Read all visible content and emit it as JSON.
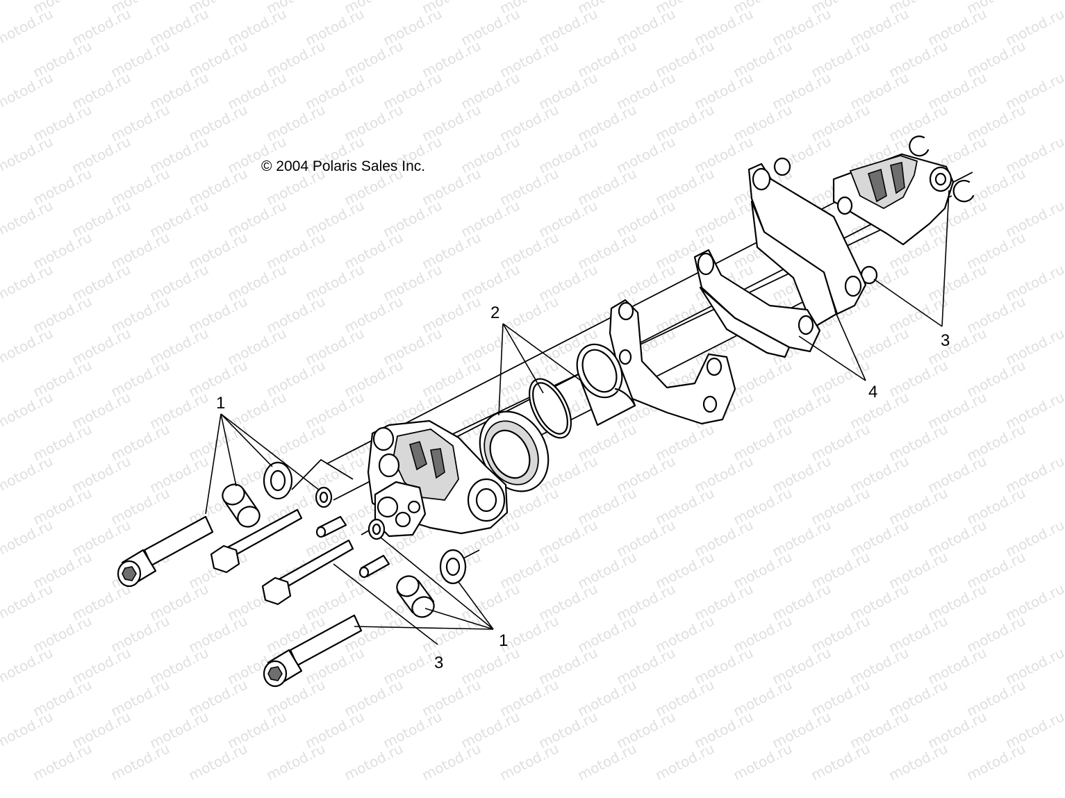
{
  "watermark": "motod.ru",
  "copyright": "© 2004 Polaris Sales Inc.",
  "callouts": [
    {
      "id": "callout-1-upper",
      "label": "1"
    },
    {
      "id": "callout-1-lower",
      "label": "1"
    },
    {
      "id": "callout-2",
      "label": "2"
    },
    {
      "id": "callout-3-right",
      "label": "3"
    },
    {
      "id": "callout-3-lower",
      "label": "3"
    },
    {
      "id": "callout-4",
      "label": "4"
    }
  ]
}
